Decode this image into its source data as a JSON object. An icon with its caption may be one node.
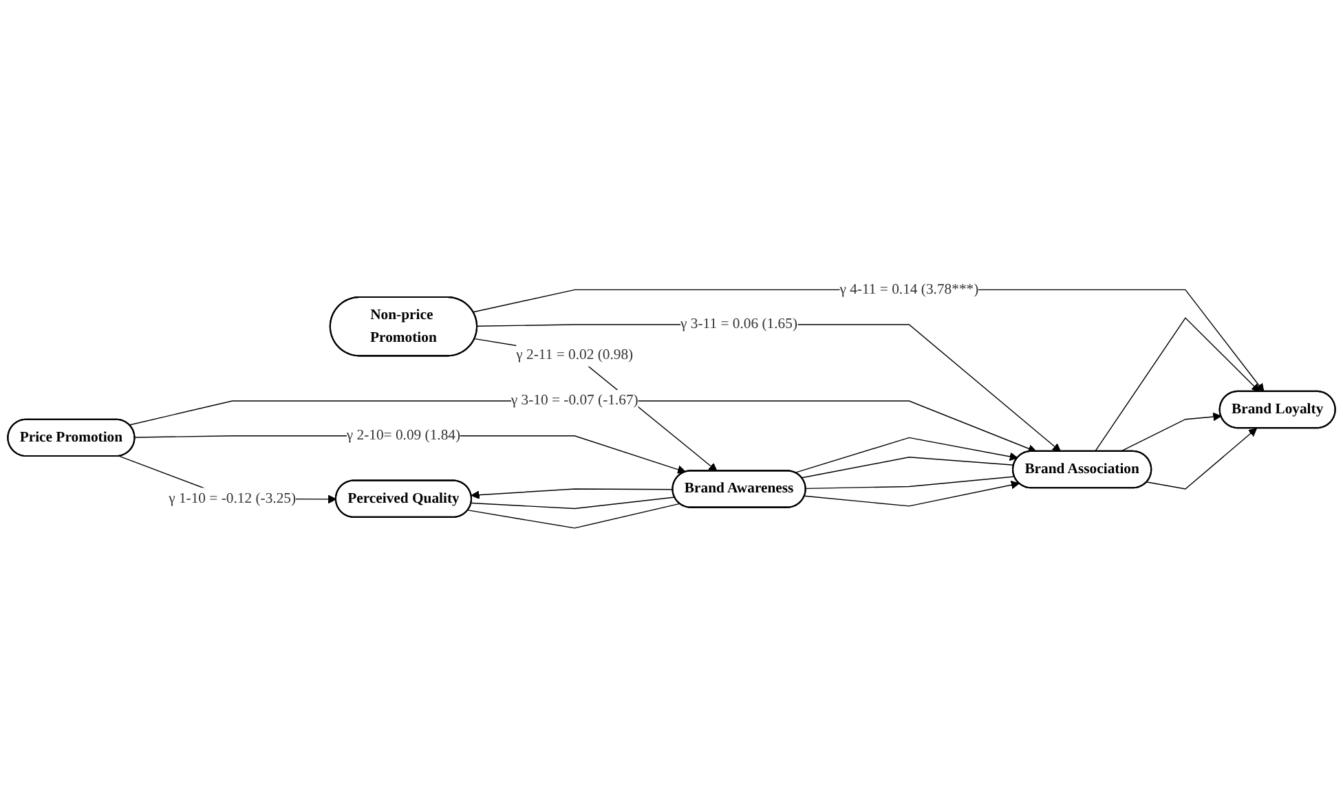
{
  "diagram": {
    "nodes": [
      {
        "text": [
          "Price Promotion"
        ]
      },
      {
        "text": [
          "Non-price Promotion"
        ]
      },
      {
        "text": [
          "Perceived Quality"
        ]
      },
      {
        "text": [
          "Brand Awareness"
        ]
      },
      {
        "text": [
          "Brand Association"
        ]
      },
      {
        "text": [
          "Brand Loyalty"
        ]
      }
    ],
    "edges": [
      {
        "from": 0,
        "to": 2,
        "arrow": "to",
        "label": "γ 1-10 = -0.12 (-3.25)"
      },
      {
        "from": 0,
        "to": 3,
        "arrow": "to",
        "label": "γ 2-10= 0.09 (1.84)"
      },
      {
        "from": 0,
        "to": 4,
        "arrow": "to",
        "label": "γ 3-10 = -0.07 (-1.67)"
      },
      {
        "from": 1,
        "to": 3,
        "arrow": "to",
        "label": "γ 2-11 = 0.02 (0.98)"
      },
      {
        "from": 1,
        "to": 4,
        "arrow": "to",
        "label": "γ 3-11 = 0.06 (1.65)"
      },
      {
        "from": 1,
        "to": 5,
        "arrow": "to",
        "label": "γ 4-11 = 0.14 (3.78***)"
      },
      {
        "from": 3,
        "to": 2,
        "arrow": "to"
      },
      {
        "from": 2,
        "to": 3,
        "arrow": "none"
      },
      {
        "from": 2,
        "to": 3,
        "arrow": "none"
      },
      {
        "from": 3,
        "to": 4,
        "arrow": "to"
      },
      {
        "from": 3,
        "to": 4,
        "arrow": "none"
      },
      {
        "from": 3,
        "to": 4,
        "arrow": "none"
      },
      {
        "from": 3,
        "to": 4,
        "arrow": "to"
      },
      {
        "from": 4,
        "to": 5,
        "arrow": "to"
      },
      {
        "from": 4,
        "to": 5,
        "arrow": "to"
      },
      {
        "from": 4,
        "to": 5,
        "arrow": "to"
      }
    ]
  }
}
